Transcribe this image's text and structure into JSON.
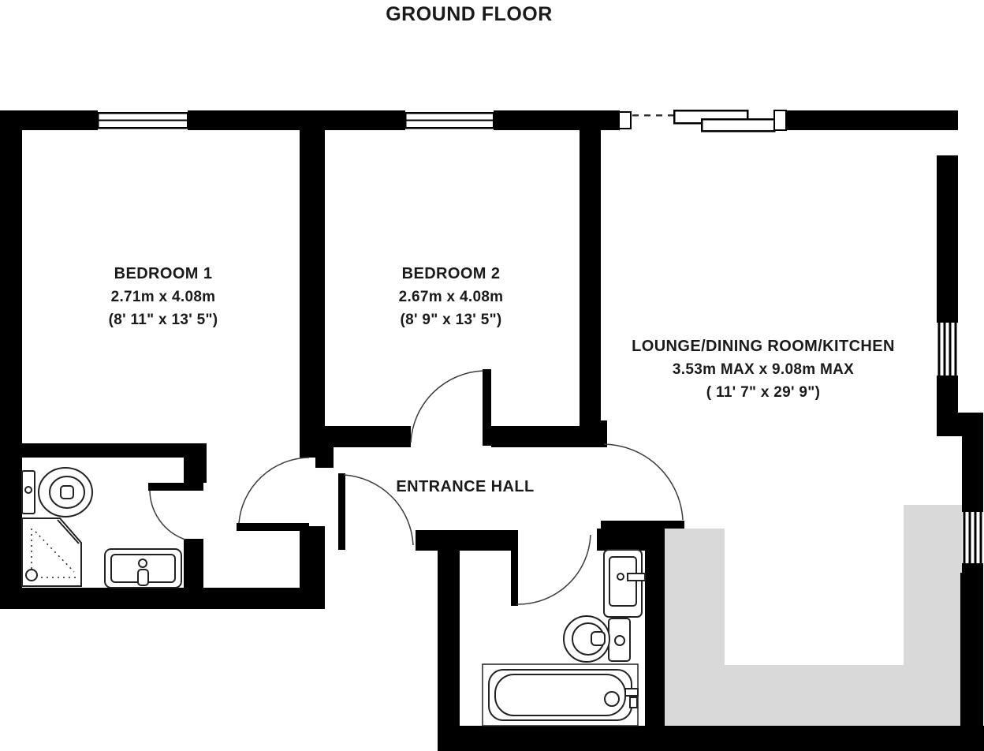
{
  "title": "GROUND FLOOR",
  "rooms": {
    "bedroom1": {
      "name": "BEDROOM 1",
      "metric": "2.71m x 4.08m",
      "imperial": "(8' 11\" x 13' 5\")"
    },
    "bedroom2": {
      "name": "BEDROOM 2",
      "metric": "2.67m x 4.08m",
      "imperial": "(8' 9\" x 13' 5\")"
    },
    "lounge": {
      "name": "LOUNGE/DINING ROOM/KITCHEN",
      "metric": "3.53m MAX x 9.08m MAX",
      "imperial": "( 11' 7\" x 29' 9\")"
    },
    "hall": {
      "name": "ENTRANCE HALL"
    }
  },
  "fixtures": {
    "ensuite": [
      "toilet",
      "corner-shower",
      "basin"
    ],
    "bathroom": [
      "basin",
      "toilet",
      "bathtub"
    ]
  },
  "colors": {
    "wall": "#000000",
    "floor": "#ffffff",
    "terrace": "#d9d9d9",
    "arc": "#3c3c3c",
    "fixture": "#222222"
  }
}
